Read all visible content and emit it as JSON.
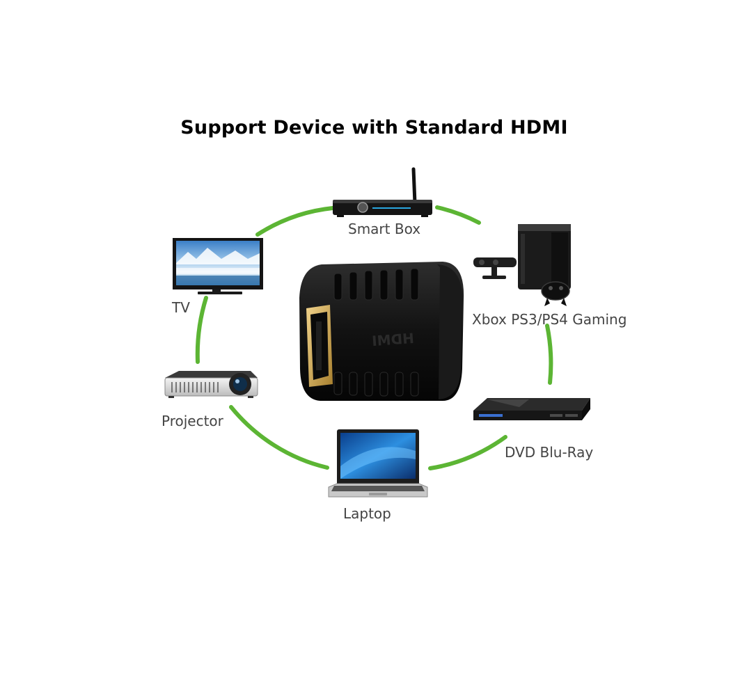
{
  "title": "Support Device with Standard HDMI",
  "accent_color": "#5cb534",
  "devices": [
    {
      "id": "smart-box",
      "label": "Smart Box",
      "icon": "smart-box-icon"
    },
    {
      "id": "xbox",
      "label": "Xbox PS3/PS4 Gaming",
      "icon": "game-console-icon"
    },
    {
      "id": "dvd",
      "label": "DVD Blu-Ray",
      "icon": "dvd-player-icon"
    },
    {
      "id": "laptop",
      "label": "Laptop",
      "icon": "laptop-icon"
    },
    {
      "id": "projector",
      "label": "Projector",
      "icon": "projector-icon"
    },
    {
      "id": "tv",
      "label": "TV",
      "icon": "tv-icon"
    }
  ],
  "center": {
    "icon": "hdmi-coupler-icon",
    "embossed_text": "HDMI"
  }
}
